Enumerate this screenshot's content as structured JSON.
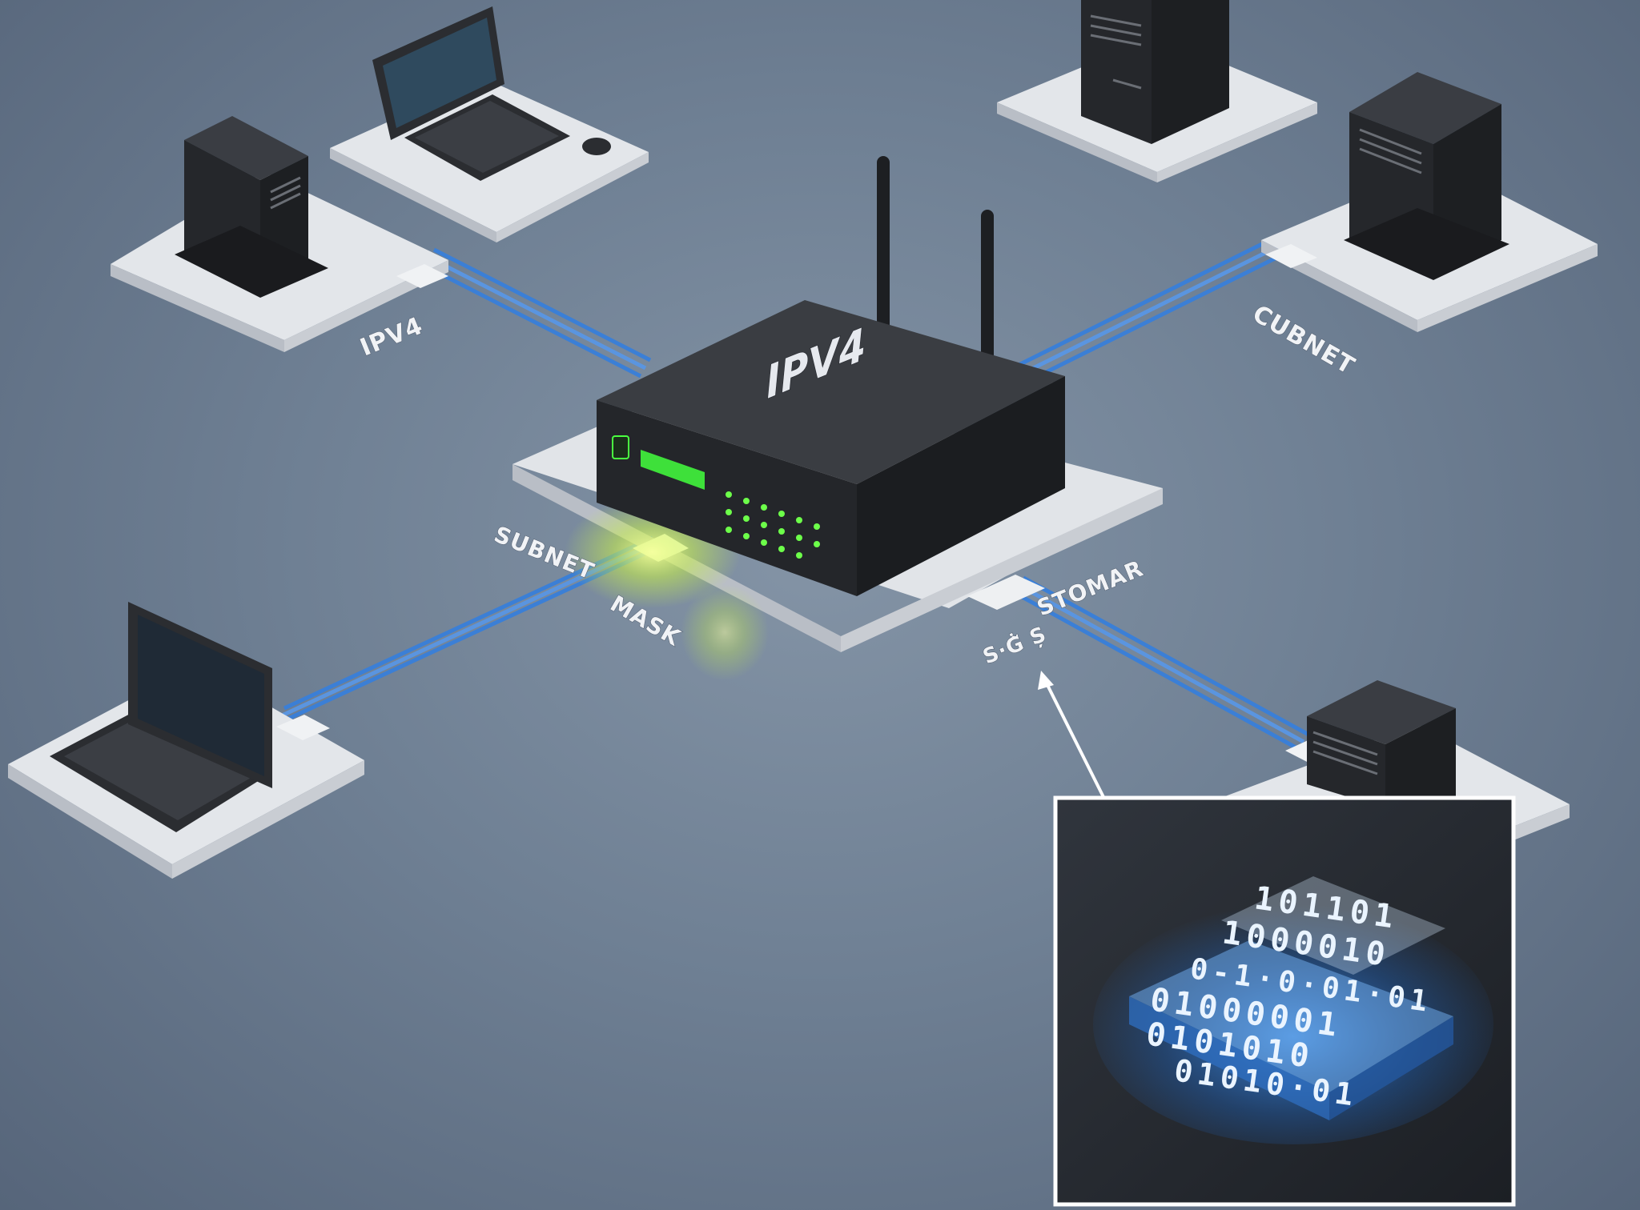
{
  "labels": {
    "router": "IPV4",
    "link_top_left": "IPV4",
    "link_top_right": "CUBNET",
    "subnet_a": "SUBNET",
    "subnet_b": "MASK",
    "link_right_a": "STOMAR",
    "link_right_b": "S·Ġ͂ Ș"
  },
  "binary_rows": [
    "101101",
    "1000010",
    "0-1·0·01·01",
    "01000001",
    "0101010",
    "01010·01"
  ],
  "colors": {
    "background": "#6f8094",
    "platform": "#dde1e6",
    "device": "#2b2d31",
    "cable": "#3b7fd6",
    "led": "#6dff4a",
    "inset_border": "#ffffff",
    "binary_glow": "#4da3ff"
  },
  "icons": [
    "server-icon",
    "laptop-icon",
    "router-icon",
    "cable-icon",
    "binary-block-icon"
  ]
}
